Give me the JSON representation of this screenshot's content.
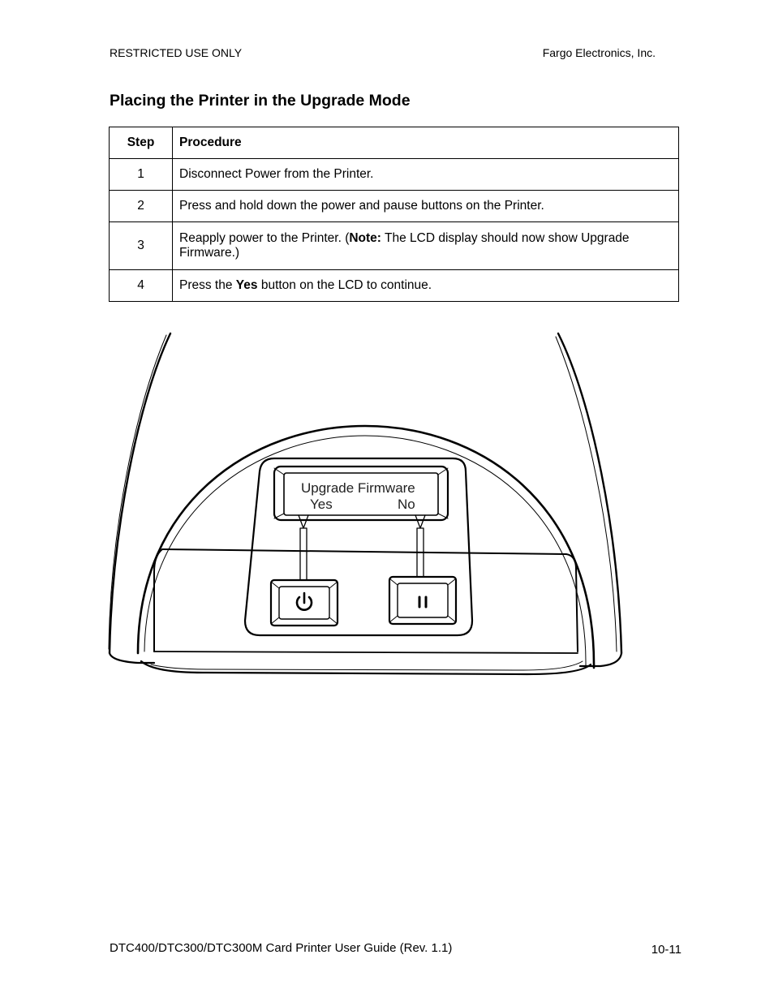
{
  "header": {
    "left": "RESTRICTED USE ONLY",
    "right": "Fargo Electronics, Inc."
  },
  "section_title": "Placing the Printer in the Upgrade Mode",
  "table": {
    "headers": [
      "Step",
      "Procedure"
    ],
    "rows": [
      {
        "step": "1",
        "text": "Disconnect Power from the Printer."
      },
      {
        "step": "2",
        "text": "Press and hold down the power and pause buttons on the Printer."
      },
      {
        "step": "3",
        "text_before": "Reapply power to the Printer. (",
        "bold": "Note:",
        "text_after": " The LCD display should now show Upgrade Firmware.)"
      },
      {
        "step": "4",
        "text_before": "Press the ",
        "bold": "Yes",
        "text_after": " button on the LCD to continue."
      }
    ]
  },
  "figure": {
    "lcd_line1": "Upgrade Firmware",
    "lcd_yes": "Yes",
    "lcd_no": "No",
    "left_button_icon": "power-icon",
    "right_button_icon": "pause-icon"
  },
  "footer": {
    "left": "DTC400/DTC300/DTC300M Card Printer User Guide (Rev. 1.1)",
    "right": "10-11"
  }
}
